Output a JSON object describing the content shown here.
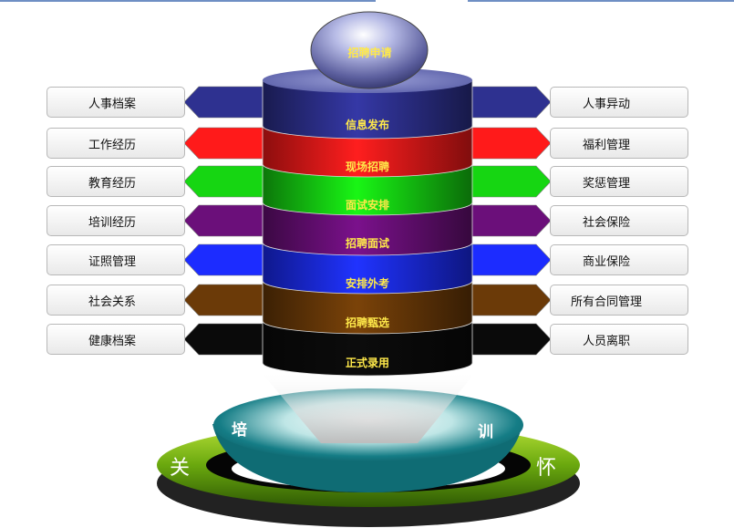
{
  "top_label": "招聘申请",
  "layers": [
    {
      "label": "信息发布",
      "color": "#2e3190"
    },
    {
      "label": "现场招聘",
      "color": "#ff1a1a"
    },
    {
      "label": "面试安排",
      "color": "#16d612"
    },
    {
      "label": "招聘面试",
      "color": "#6b0f7a"
    },
    {
      "label": "安排外考",
      "color": "#1c2cff"
    },
    {
      "label": "招聘甄选",
      "color": "#6b3a08"
    },
    {
      "label": "正式录用",
      "color": "#0a0a0a"
    }
  ],
  "left_items": [
    "人事档案",
    "工作经历",
    "教育经历",
    "培训经历",
    "证照管理",
    "社会关系",
    "健康档案"
  ],
  "right_items": [
    "人事异动",
    "福利管理",
    "奖惩管理",
    "社会保险",
    "商业保险",
    "所有合同管理",
    "人员离职"
  ],
  "bowl": {
    "left": "培",
    "right": "训"
  },
  "ring": {
    "left": "关",
    "right": "怀"
  }
}
